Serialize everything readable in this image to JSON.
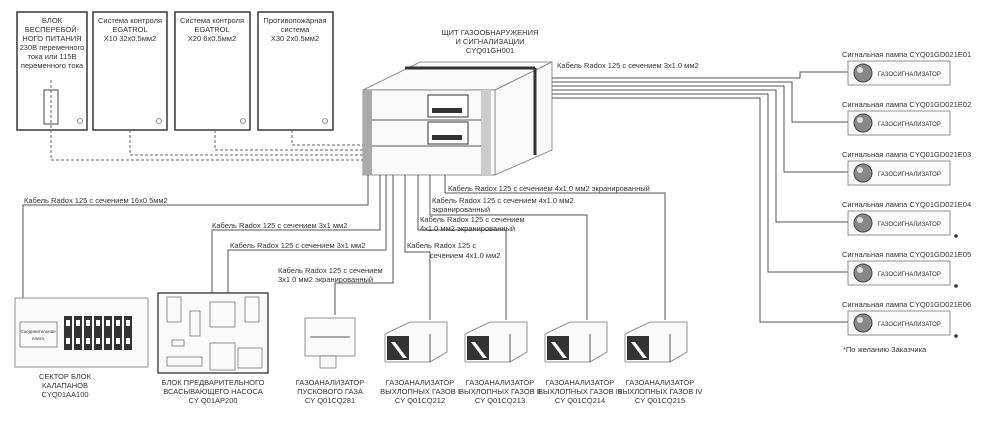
{
  "top_boxes": [
    {
      "lines": [
        "БЛОК",
        "БЕСПЕРЕБОЙ-",
        "НОГО ПИТАНИЯ",
        "230В переменного",
        "тока или 115В",
        "переменного тока"
      ]
    },
    {
      "lines": [
        "Система контроля",
        "EGATROL",
        "X10  32x0.5мм2"
      ]
    },
    {
      "lines": [
        "Система контроля",
        "EGATROL",
        "X20 6x0.5мм2"
      ]
    },
    {
      "lines": [
        "Противопожарная",
        "система",
        "X30  2x0.5мм2"
      ]
    }
  ],
  "panel": {
    "lines": [
      "ЩИТ ГАЗООБНАРУЖЕНИЯ",
      "И СИГНАЛИЗАЦИИ",
      "CYQ01GH001"
    ]
  },
  "cables": {
    "lamps": "Кабель Radox 125 с сечением 3x1.0 мм2",
    "valves": "Кабель Radox 125 с сечением 16x0.5мм2",
    "pump1": "Кабель Radox 125 с сечением 3x1 мм2",
    "pump2": "Кабель Radox 125 с сечением 3x1 мм2",
    "start_gas": [
      "Кабель Radox 125 с сечением",
      "3x1.0 мм2 экранированный"
    ],
    "exh4": "Кабель Radox 125 с сечением 4x1.0 мм2 экранированный",
    "exh3": [
      "Кабель Radox 125 с сечением 4x1.0 мм2",
      "экранированный"
    ],
    "exh2": [
      "Кабель Radox 125 с сечением",
      "4x1.0 мм2 экранированный"
    ],
    "exh1": [
      "Кабель Radox 125 с",
      "сечением 4x1.0 мм2"
    ]
  },
  "lamps": [
    {
      "label": "Сигнальная лампа CYQ01GD021E01",
      "text": "ГАЗОСИГНАЛИЗАТОР"
    },
    {
      "label": "Сигнальная лампа CYQ01GD021E02",
      "text": "ГАЗОСИГНАЛИЗАТОР"
    },
    {
      "label": "Сигнальная лампа CYQ01GD021E03",
      "text": "ГАЗОСИГНАЛИЗАТОР"
    },
    {
      "label": "Сигнальная лампа CYQ01GD021E04",
      "text": "ГАЗОСИГНАЛИЗАТОР"
    },
    {
      "label": "Сигнальная лампа CYQ01GD021E05",
      "text": "ГАЗОСИГНАЛИЗАТОР"
    },
    {
      "label": "Сигнальная лампа CYQ01GD021E06",
      "text": "ГАЗОСИГНАЛИЗАТОР"
    }
  ],
  "note": "*По желанию Заказчика",
  "valve_sector": {
    "lines": [
      "СЕКТОР БЛОК",
      "КАЛАПАНОВ",
      "CYQ01AA100"
    ],
    "plate": [
      "Соединительная",
      "плата"
    ]
  },
  "pump": {
    "lines": [
      "БЛОК ПРЕДВАРИТЕЛЬНОГО",
      "ВСАСЫВАЮЩЕГО НАСОСА",
      "CY Q01AP200"
    ]
  },
  "analyzers": [
    {
      "lines": [
        "ГАЗОАНАЛИЗАТОР",
        "ПУСКОВОГО ГАЗА",
        "CY Q01CQ281"
      ]
    },
    {
      "lines": [
        "ГАЗОАНАЛИЗАТОР",
        "ВЫХЛОПНЫХ ГАЗОВ I",
        "CY Q01CQ212"
      ]
    },
    {
      "lines": [
        "ГАЗОАНАЛИЗАТОР",
        "ВЫХЛОПНЫХ ГАЗОВ II",
        "CY Q01CQ213"
      ]
    },
    {
      "lines": [
        "ГАЗОАНАЛИЗАТОР",
        "ВЫХЛОПНЫХ ГАЗОВ III",
        "CY Q01CQ214"
      ]
    },
    {
      "lines": [
        "ГАЗОАНАЛИЗАТОР",
        "ВЫХЛОПНЫХ ГАЗОВ IV",
        "CY Q01CQ215"
      ]
    }
  ]
}
